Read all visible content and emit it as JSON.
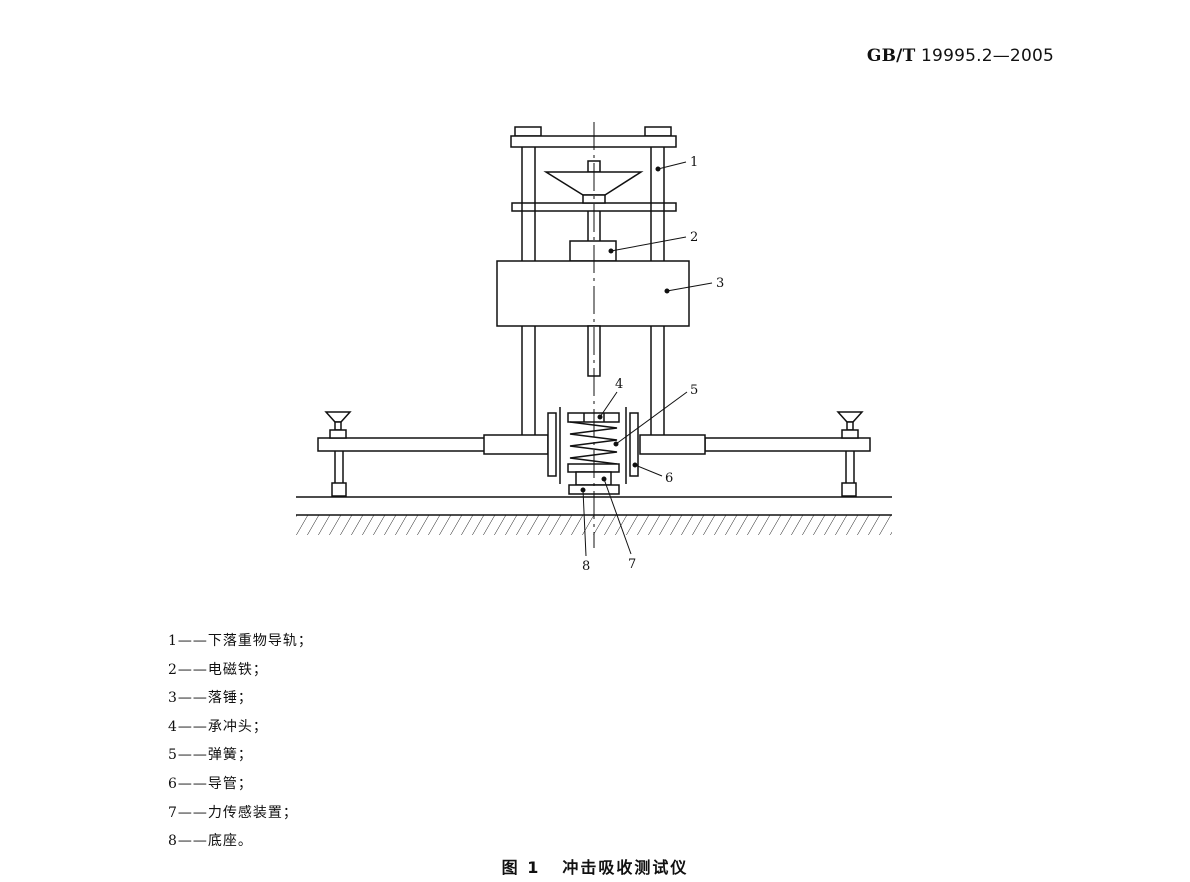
{
  "header": {
    "std_prefix": "GB/T",
    "std_number": "19995.2—2005"
  },
  "figure": {
    "callouts": [
      "1",
      "2",
      "3",
      "4",
      "5",
      "6",
      "7",
      "8"
    ]
  },
  "legend": {
    "dash": "——",
    "items": [
      {
        "num": "1",
        "text": "下落重物导轨；"
      },
      {
        "num": "2",
        "text": "电磁铁；"
      },
      {
        "num": "3",
        "text": "落锤；"
      },
      {
        "num": "4",
        "text": "承冲头；"
      },
      {
        "num": "5",
        "text": "弹簧；"
      },
      {
        "num": "6",
        "text": "导管；"
      },
      {
        "num": "7",
        "text": "力传感装置；"
      },
      {
        "num": "8",
        "text": "底座。"
      }
    ]
  },
  "caption": {
    "figure_no": "图 1",
    "title": "冲击吸收测试仪"
  }
}
